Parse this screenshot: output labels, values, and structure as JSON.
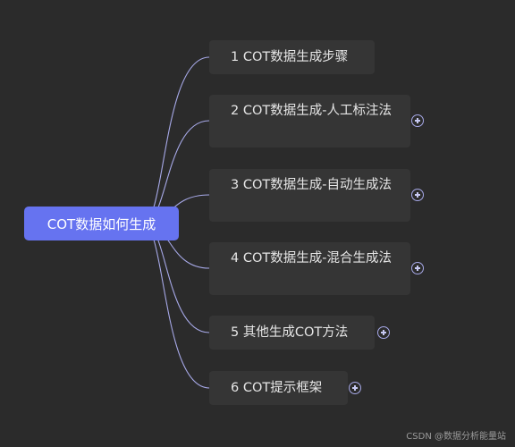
{
  "root": {
    "label": "COT数据如何生成"
  },
  "branches": [
    {
      "label": "1 COT数据生成步骤",
      "expandable": false
    },
    {
      "label": "2 COT数据生成-人工标注法",
      "expandable": true
    },
    {
      "label": "3 COT数据生成-自动生成法",
      "expandable": true
    },
    {
      "label": "4 COT数据生成-混合生成法",
      "expandable": true
    },
    {
      "label": "5 其他生成COT方法",
      "expandable": true
    },
    {
      "label": "6 COT提示框架",
      "expandable": true
    }
  ],
  "watermark": "CSDN @数据分析能量站",
  "colors": {
    "background": "#2b2b2b",
    "root": "#6673f0",
    "node": "#353535",
    "connector": "#a7a9e8"
  }
}
